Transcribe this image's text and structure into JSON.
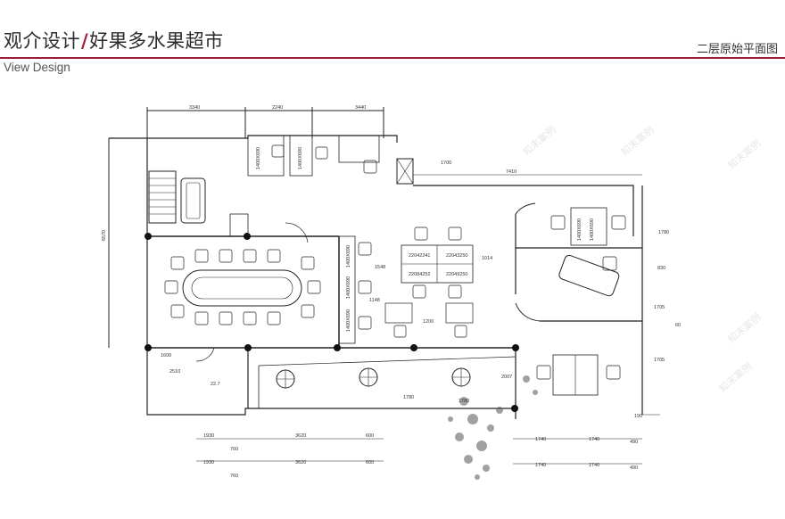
{
  "header": {
    "brand": "观介设计",
    "project": "好果多水果超市",
    "subtitle": "View Design",
    "drawing_title": "二层原始平面图"
  },
  "colors": {
    "accent": "#a51e3a",
    "rule": "#9a1d38",
    "line": "#222222"
  },
  "plan": {
    "dims_top": [
      "3340",
      "2240",
      "3440"
    ],
    "dim_right_upper": "1700",
    "dim_corridor": "7410",
    "dim_left": "6570",
    "dim_right_1": "1780",
    "dim_right_2": "830",
    "dim_right_3": "1705",
    "dim_right_4": "60",
    "dim_right_5": "1705",
    "dim_mid_1": "1548",
    "dim_mid_2": "1014",
    "dim_mid_3": "1148",
    "dim_mid_4": "1200",
    "dim_left_1": "1600",
    "dim_left_2": "2510",
    "dim_lower_1": "2007",
    "dim_lower_2": "1780",
    "dim_lower_3": "1780",
    "dim_bottom_row1": [
      "1930",
      "3620",
      "600"
    ],
    "dim_bottom_row2": [
      "760"
    ],
    "dim_bottom_row3": [
      "1930",
      "3620",
      "600"
    ],
    "dim_bottom_row4": [
      "760"
    ],
    "dim_br_1": "190",
    "dims_br_row1": [
      "1740",
      "1740",
      "490"
    ],
    "dims_br_row2": [
      "1740",
      "1740",
      "490"
    ],
    "room_label": "22.7",
    "screen_labels": [
      "22042241",
      "22043250",
      "22084252",
      "22049250"
    ],
    "cab_labels": [
      "1400X690",
      "1400X690"
    ],
    "cab_labels_right": [
      "1400X690",
      "1400X690"
    ],
    "side_labels": [
      "1400X690",
      "1400X690",
      "1400X690"
    ],
    "watermark": "知末案例"
  }
}
